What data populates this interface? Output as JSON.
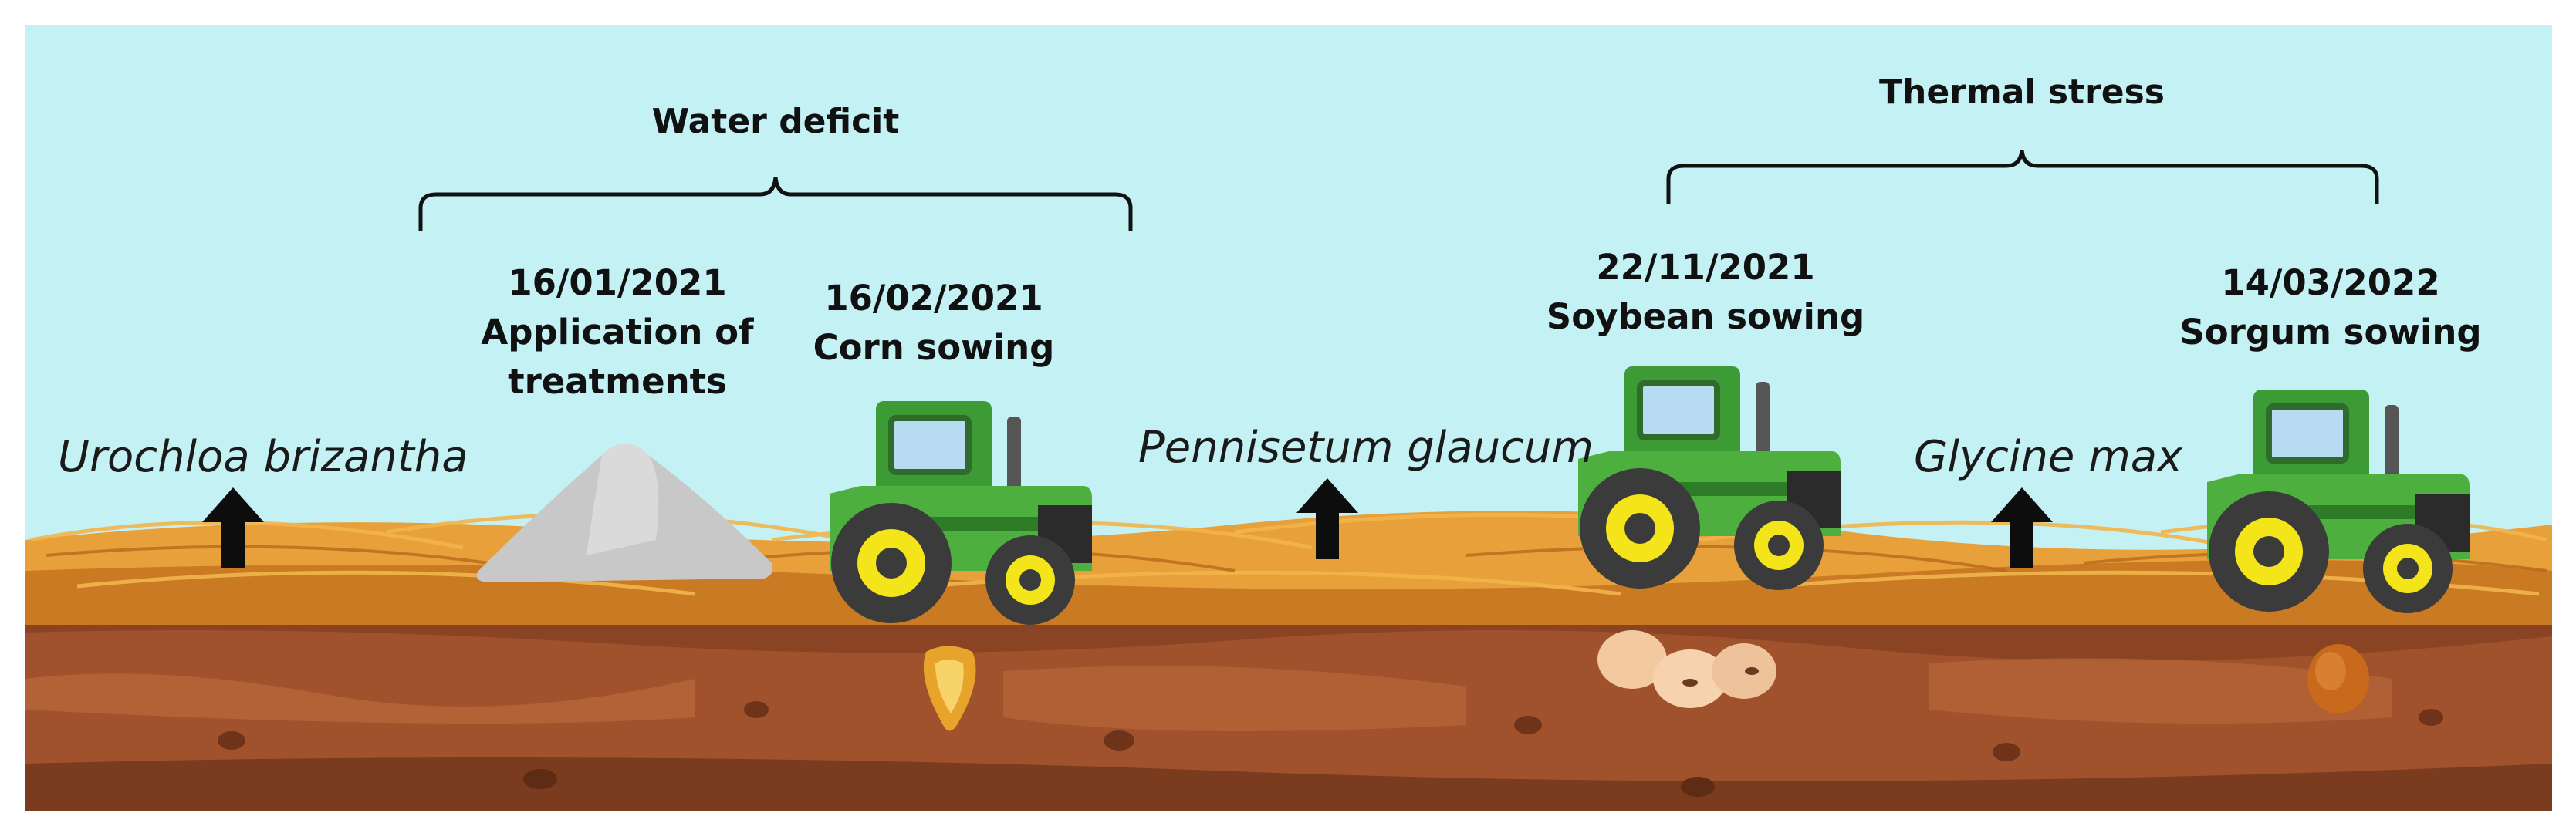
{
  "stress_periods": [
    {
      "label": "Water deficit"
    },
    {
      "label": "Thermal stress"
    }
  ],
  "events": [
    {
      "date": "16/01/2021",
      "lines": [
        "Application of",
        "treatments"
      ]
    },
    {
      "date": "16/02/2021",
      "lines": [
        "Corn sowing"
      ]
    },
    {
      "date": "22/11/2021",
      "lines": [
        "Soybean sowing"
      ]
    },
    {
      "date": "14/03/2022",
      "lines": [
        "Sorgum sowing"
      ]
    }
  ],
  "cover_crops": [
    {
      "name": "Urochloa brizantha"
    },
    {
      "name": "Pennisetum glaucum"
    },
    {
      "name": "Glycine max"
    }
  ],
  "colors": {
    "sky": "#c4f1f4",
    "straw": "#e8a03a",
    "soil": "#a0522d",
    "soil_dark": "#7a3b1e",
    "tractor_green": "#4caf3e",
    "tractor_wheel_hub": "#f3e51a",
    "powder": "#c8c8c8"
  },
  "icons": [
    "tractor-icon",
    "powder-pile-icon",
    "arrow-up-icon",
    "corn-seed-icon",
    "soybean-seed-icon",
    "sorghum-seed-icon"
  ]
}
